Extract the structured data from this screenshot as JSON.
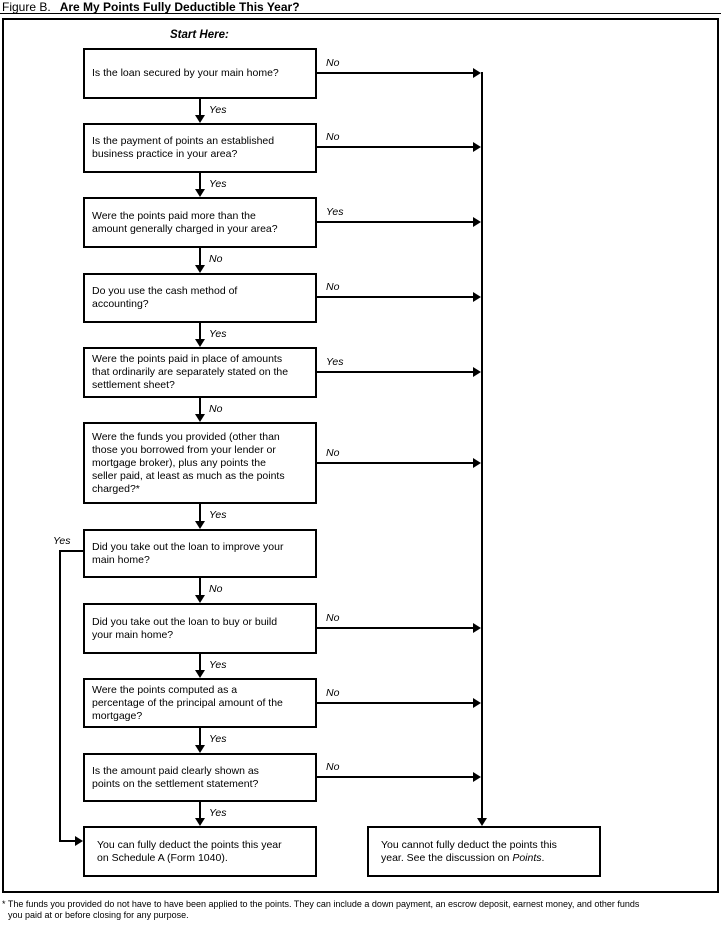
{
  "title": {
    "prefix": "Figure B.",
    "main": "Are My Points Fully Deductible This Year?"
  },
  "flowchart": {
    "start_label": "Start Here:",
    "questions": [
      {
        "text": "Is the loan secured by your main home?",
        "down_label": "Yes",
        "side_label": "No",
        "side": "right"
      },
      {
        "text": "Is the payment of points an established\nbusiness practice in your area?",
        "down_label": "Yes",
        "side_label": "No",
        "side": "right"
      },
      {
        "text": "Were the points paid more than the\namount generally charged in your area?",
        "down_label": "No",
        "side_label": "Yes",
        "side": "right"
      },
      {
        "text": "Do you use the cash method of\naccounting?",
        "down_label": "Yes",
        "side_label": "No",
        "side": "right"
      },
      {
        "text": "Were the points paid in place of amounts\nthat ordinarily are separately stated on the\nsettlement sheet?",
        "down_label": "No",
        "side_label": "Yes",
        "side": "right"
      },
      {
        "text": "Were the funds you provided (other than\nthose you borrowed from your lender or\nmortgage broker), plus any points the\nseller paid, at least as much as the points\ncharged?*",
        "down_label": "Yes",
        "side_label": "No",
        "side": "right"
      },
      {
        "text": "Did you take out the loan to improve your\nmain home?",
        "down_label": "No",
        "side_label": "Yes",
        "side": "left"
      },
      {
        "text": "Did you take out the loan to buy or build\nyour main home?",
        "down_label": "Yes",
        "side_label": "No",
        "side": "right"
      },
      {
        "text": "Were the points computed as a\npercentage of the principal amount of the\nmortgage?",
        "down_label": "Yes",
        "side_label": "No",
        "side": "right"
      },
      {
        "text": "Is the amount paid clearly shown as\npoints on the settlement statement?",
        "down_label": "Yes",
        "side_label": "No",
        "side": "right"
      }
    ],
    "result_yes": {
      "text": "You can fully deduct the points this year\non Schedule A (Form 1040)."
    },
    "result_no": {
      "text_before": "You cannot fully deduct the points this\nyear. See the discussion on ",
      "italic": "Points",
      "text_after": "."
    }
  },
  "footnote": {
    "line1": "* The funds you provided do not have to have been applied to the points. They can include a down payment, an escrow deposit, earnest money, and other funds",
    "line2": "you paid at or before closing for any purpose."
  },
  "colors": {
    "ink": "#000000",
    "paper": "#ffffff"
  }
}
